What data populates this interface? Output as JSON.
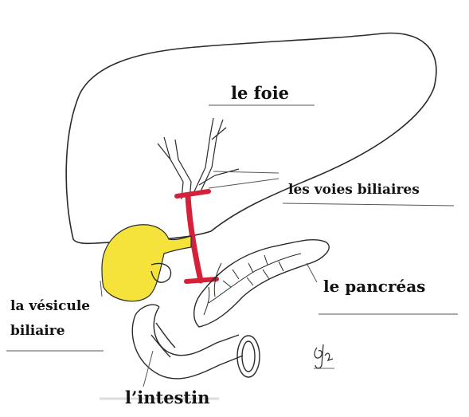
{
  "labels": {
    "liver": "le foie",
    "bile_ducts": "les voies biliaires",
    "pancreas": "le pancréas",
    "gallbladder_line1": "la vésicule",
    "gallbladder_line2": "biliaire",
    "intestine": "l’intestin"
  },
  "colors": {
    "bile_duct_highlight": "#d5203a",
    "gallbladder_fill": "#f5e23a",
    "outline": "#2a2a2a",
    "leader_line": "#555555"
  },
  "icons": [
    "signature-mark"
  ]
}
